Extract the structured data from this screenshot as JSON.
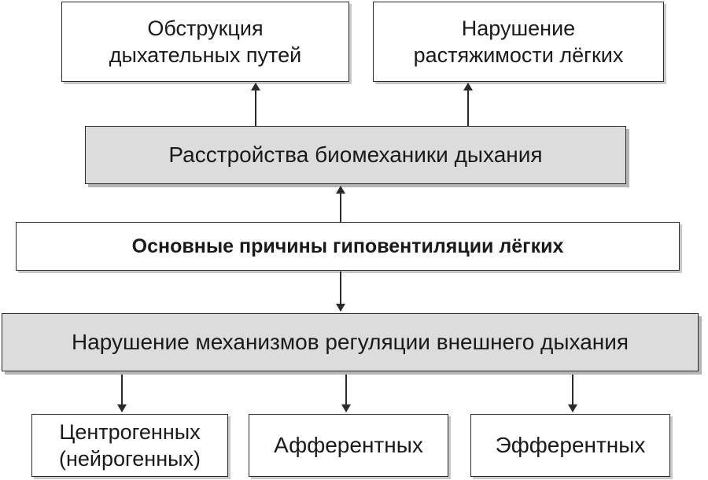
{
  "boxes": {
    "obstruction": {
      "line1": "Обструкция",
      "line2": "дыхательных путей"
    },
    "compliance": {
      "line1": "Нарушение",
      "line2": "растяжимости лёгких"
    },
    "biomechanics": "Расстройства биомеханики дыхания",
    "main_causes": "Основные причины гиповентиляции лёгких",
    "regulation": "Нарушение механизмов регуляции внешнего дыхания",
    "centrogenic": {
      "line1": "Центрогенных",
      "line2": "(нейрогенных)"
    },
    "afferent": "Афферентных",
    "efferent": "Эфферентных"
  },
  "colors": {
    "grey_box": "#dcdcdc",
    "line": "#2a2a2a"
  }
}
